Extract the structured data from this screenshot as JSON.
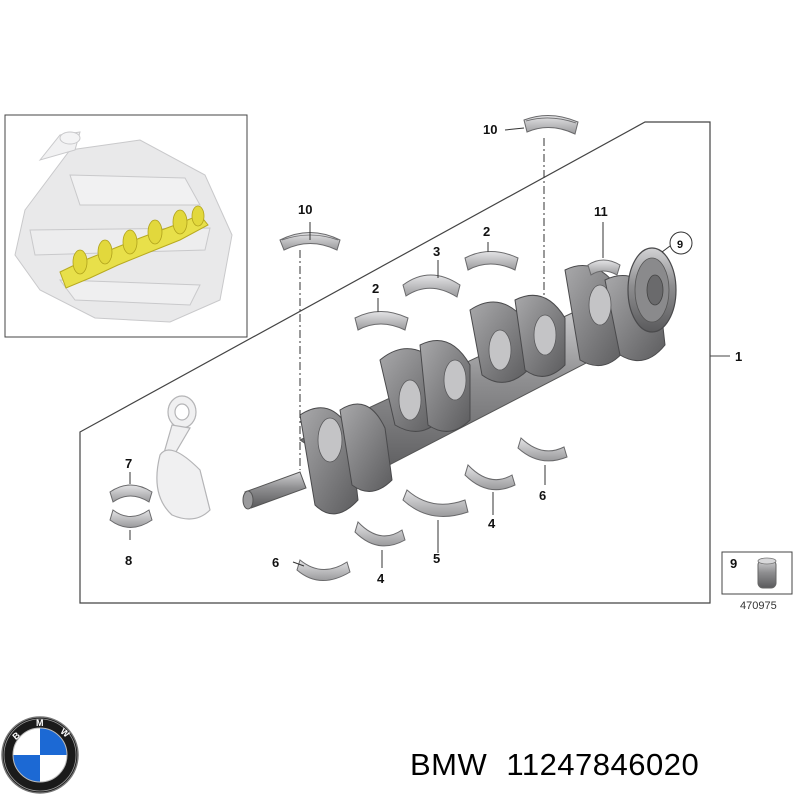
{
  "diagram": {
    "callouts": {
      "c1": "1",
      "c2a": "2",
      "c2b": "2",
      "c3": "3",
      "c4a": "4",
      "c4b": "4",
      "c5": "5",
      "c6a": "6",
      "c6b": "6",
      "c7": "7",
      "c8": "8",
      "c9": "9",
      "c9box": "9",
      "c10a": "10",
      "c10b": "10",
      "c11": "11"
    },
    "reference_number": "470975"
  },
  "footer": {
    "brand": "BMW",
    "part_number": "11247846020",
    "logo_letters": [
      "B",
      "M",
      "W"
    ]
  },
  "colors": {
    "metal": "#8c8c8e",
    "metal_dark": "#5e5e60",
    "metal_light": "#c8c8ca",
    "highlight": "#e8e04a",
    "logo_blue": "#1c69d4",
    "logo_ring": "#1a1a1a"
  }
}
